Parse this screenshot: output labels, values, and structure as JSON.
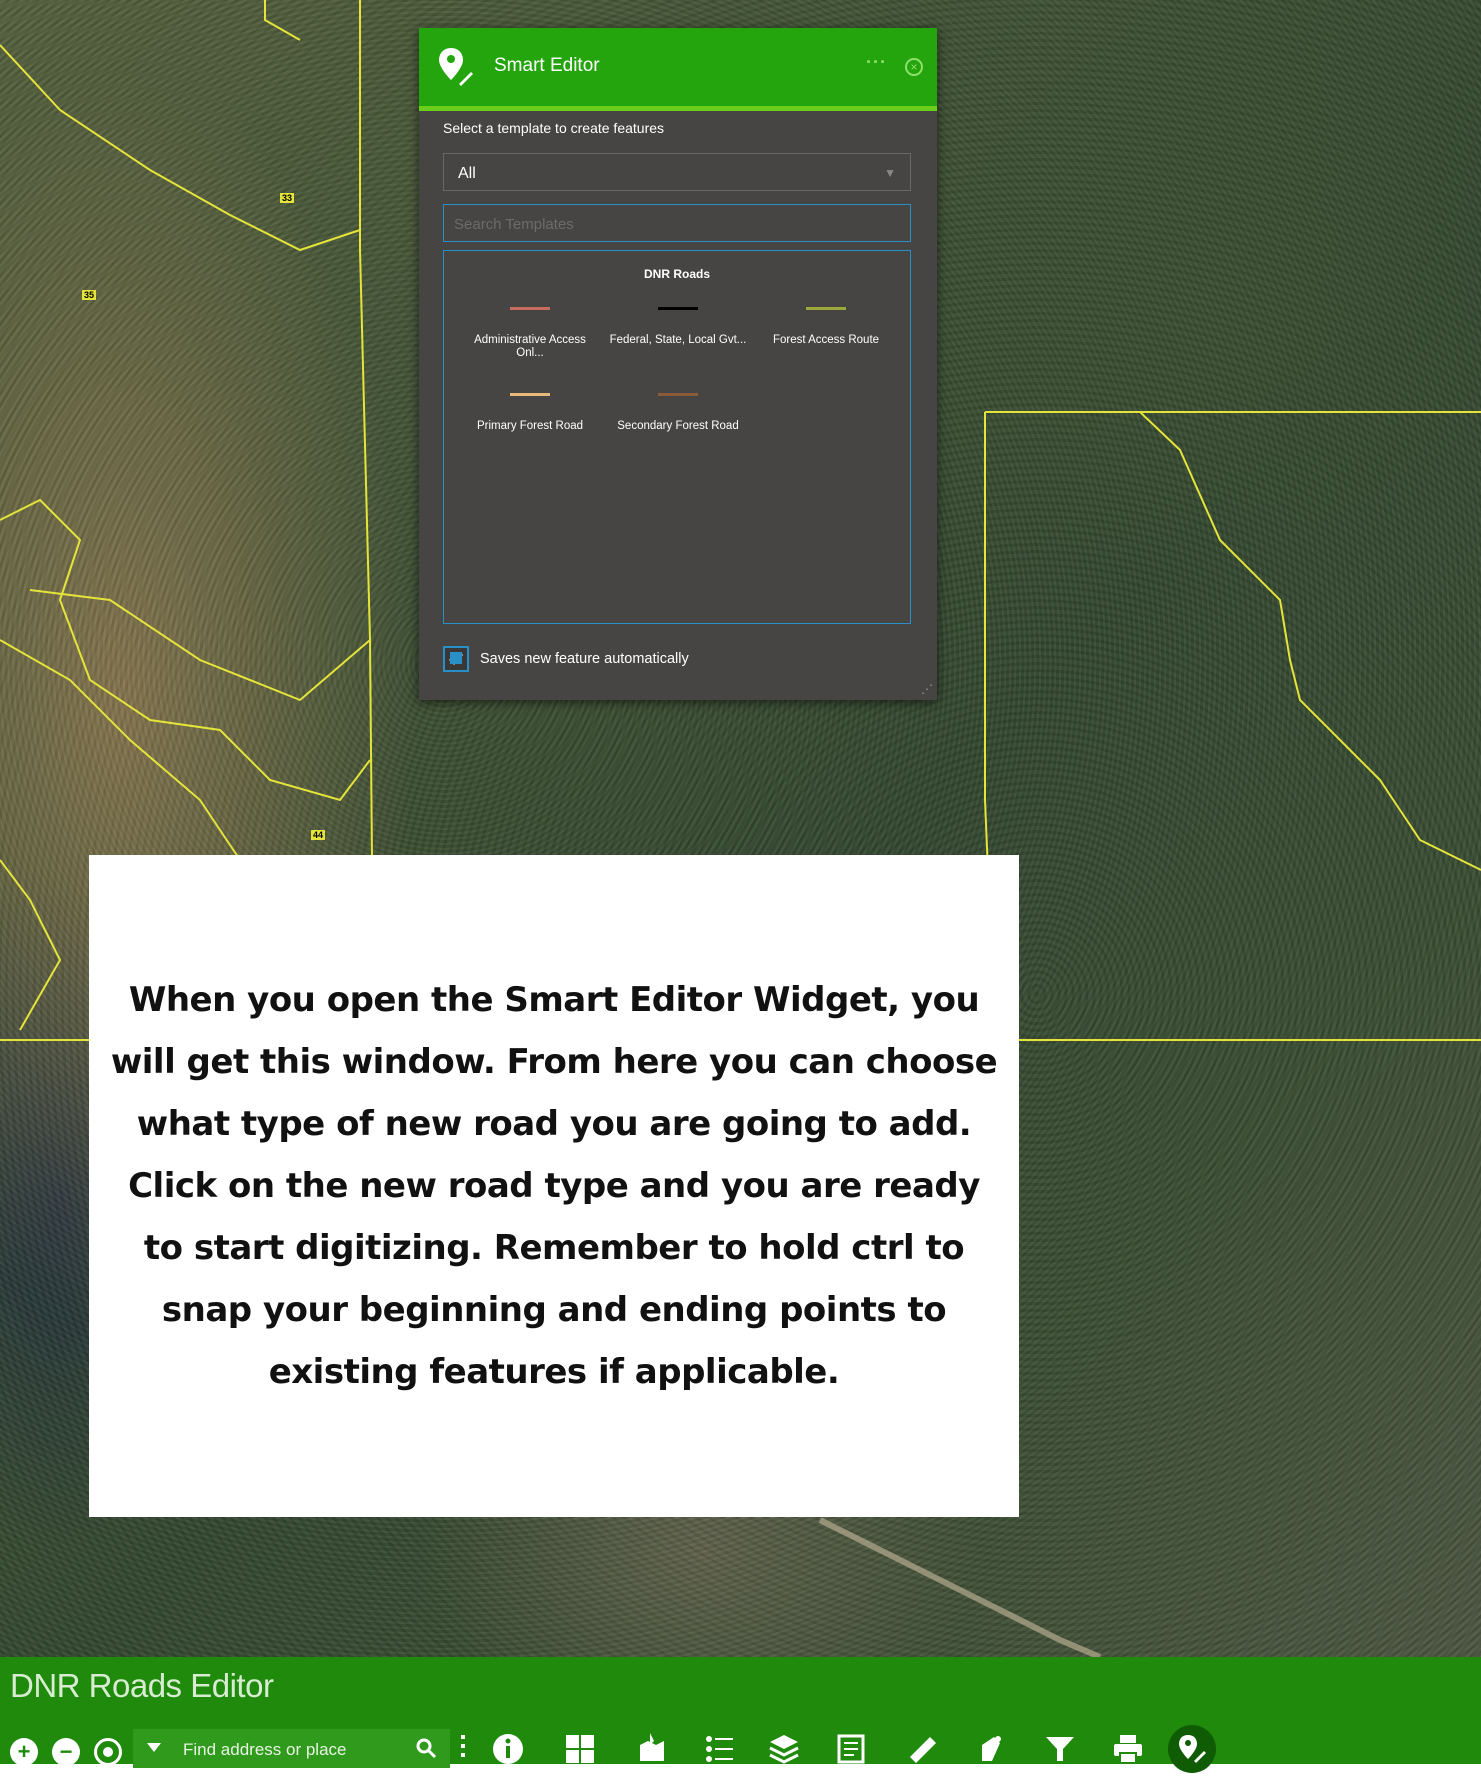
{
  "panel": {
    "title": "Smart Editor",
    "more_label": "···",
    "instruction": "Select a template to create features",
    "filter_selected": "All",
    "search_placeholder": "Search Templates",
    "layer_name": "DNR Roads",
    "templates": [
      {
        "label": "Administrative Access Onl...",
        "color": "#c96b5f"
      },
      {
        "label": "Federal, State, Local Gvt...",
        "color": "#000000"
      },
      {
        "label": "Forest Access Route",
        "color": "#9aa83c"
      },
      {
        "label": "Primary Forest Road",
        "color": "#e8b87a"
      },
      {
        "label": "Secondary Forest Road",
        "color": "#8a5a3a"
      }
    ],
    "autosave_label": "Saves new feature automatically",
    "autosave_checked": true
  },
  "map": {
    "parcel_labels": [
      "33",
      "35",
      "44"
    ]
  },
  "note": {
    "text": "When you open the Smart Editor Widget, you will get this window. From here you can choose what type of new road you are going to add. Click on the new road type and you are ready to start digitizing. Remember to hold ctrl to snap your beginning and ending points to existing features if applicable."
  },
  "footer": {
    "app_title": "DNR Roads Editor",
    "search_placeholder": "Find address or place",
    "zoom_in_label": "+",
    "zoom_out_label": "−",
    "tools": [
      "info-icon",
      "basemap-gallery-icon",
      "select-icon",
      "legend-icon",
      "layer-list-icon",
      "attribute-table-icon",
      "measurement-icon",
      "edit-icon",
      "filter-icon",
      "print-icon",
      "smart-editor-icon"
    ]
  },
  "colors": {
    "header_green": "#24a50e",
    "footer_green": "#1f8a0c",
    "panel_bg": "#474543",
    "accent_blue": "#2b8fc7",
    "parcel_yellow": "#e4e43a"
  }
}
